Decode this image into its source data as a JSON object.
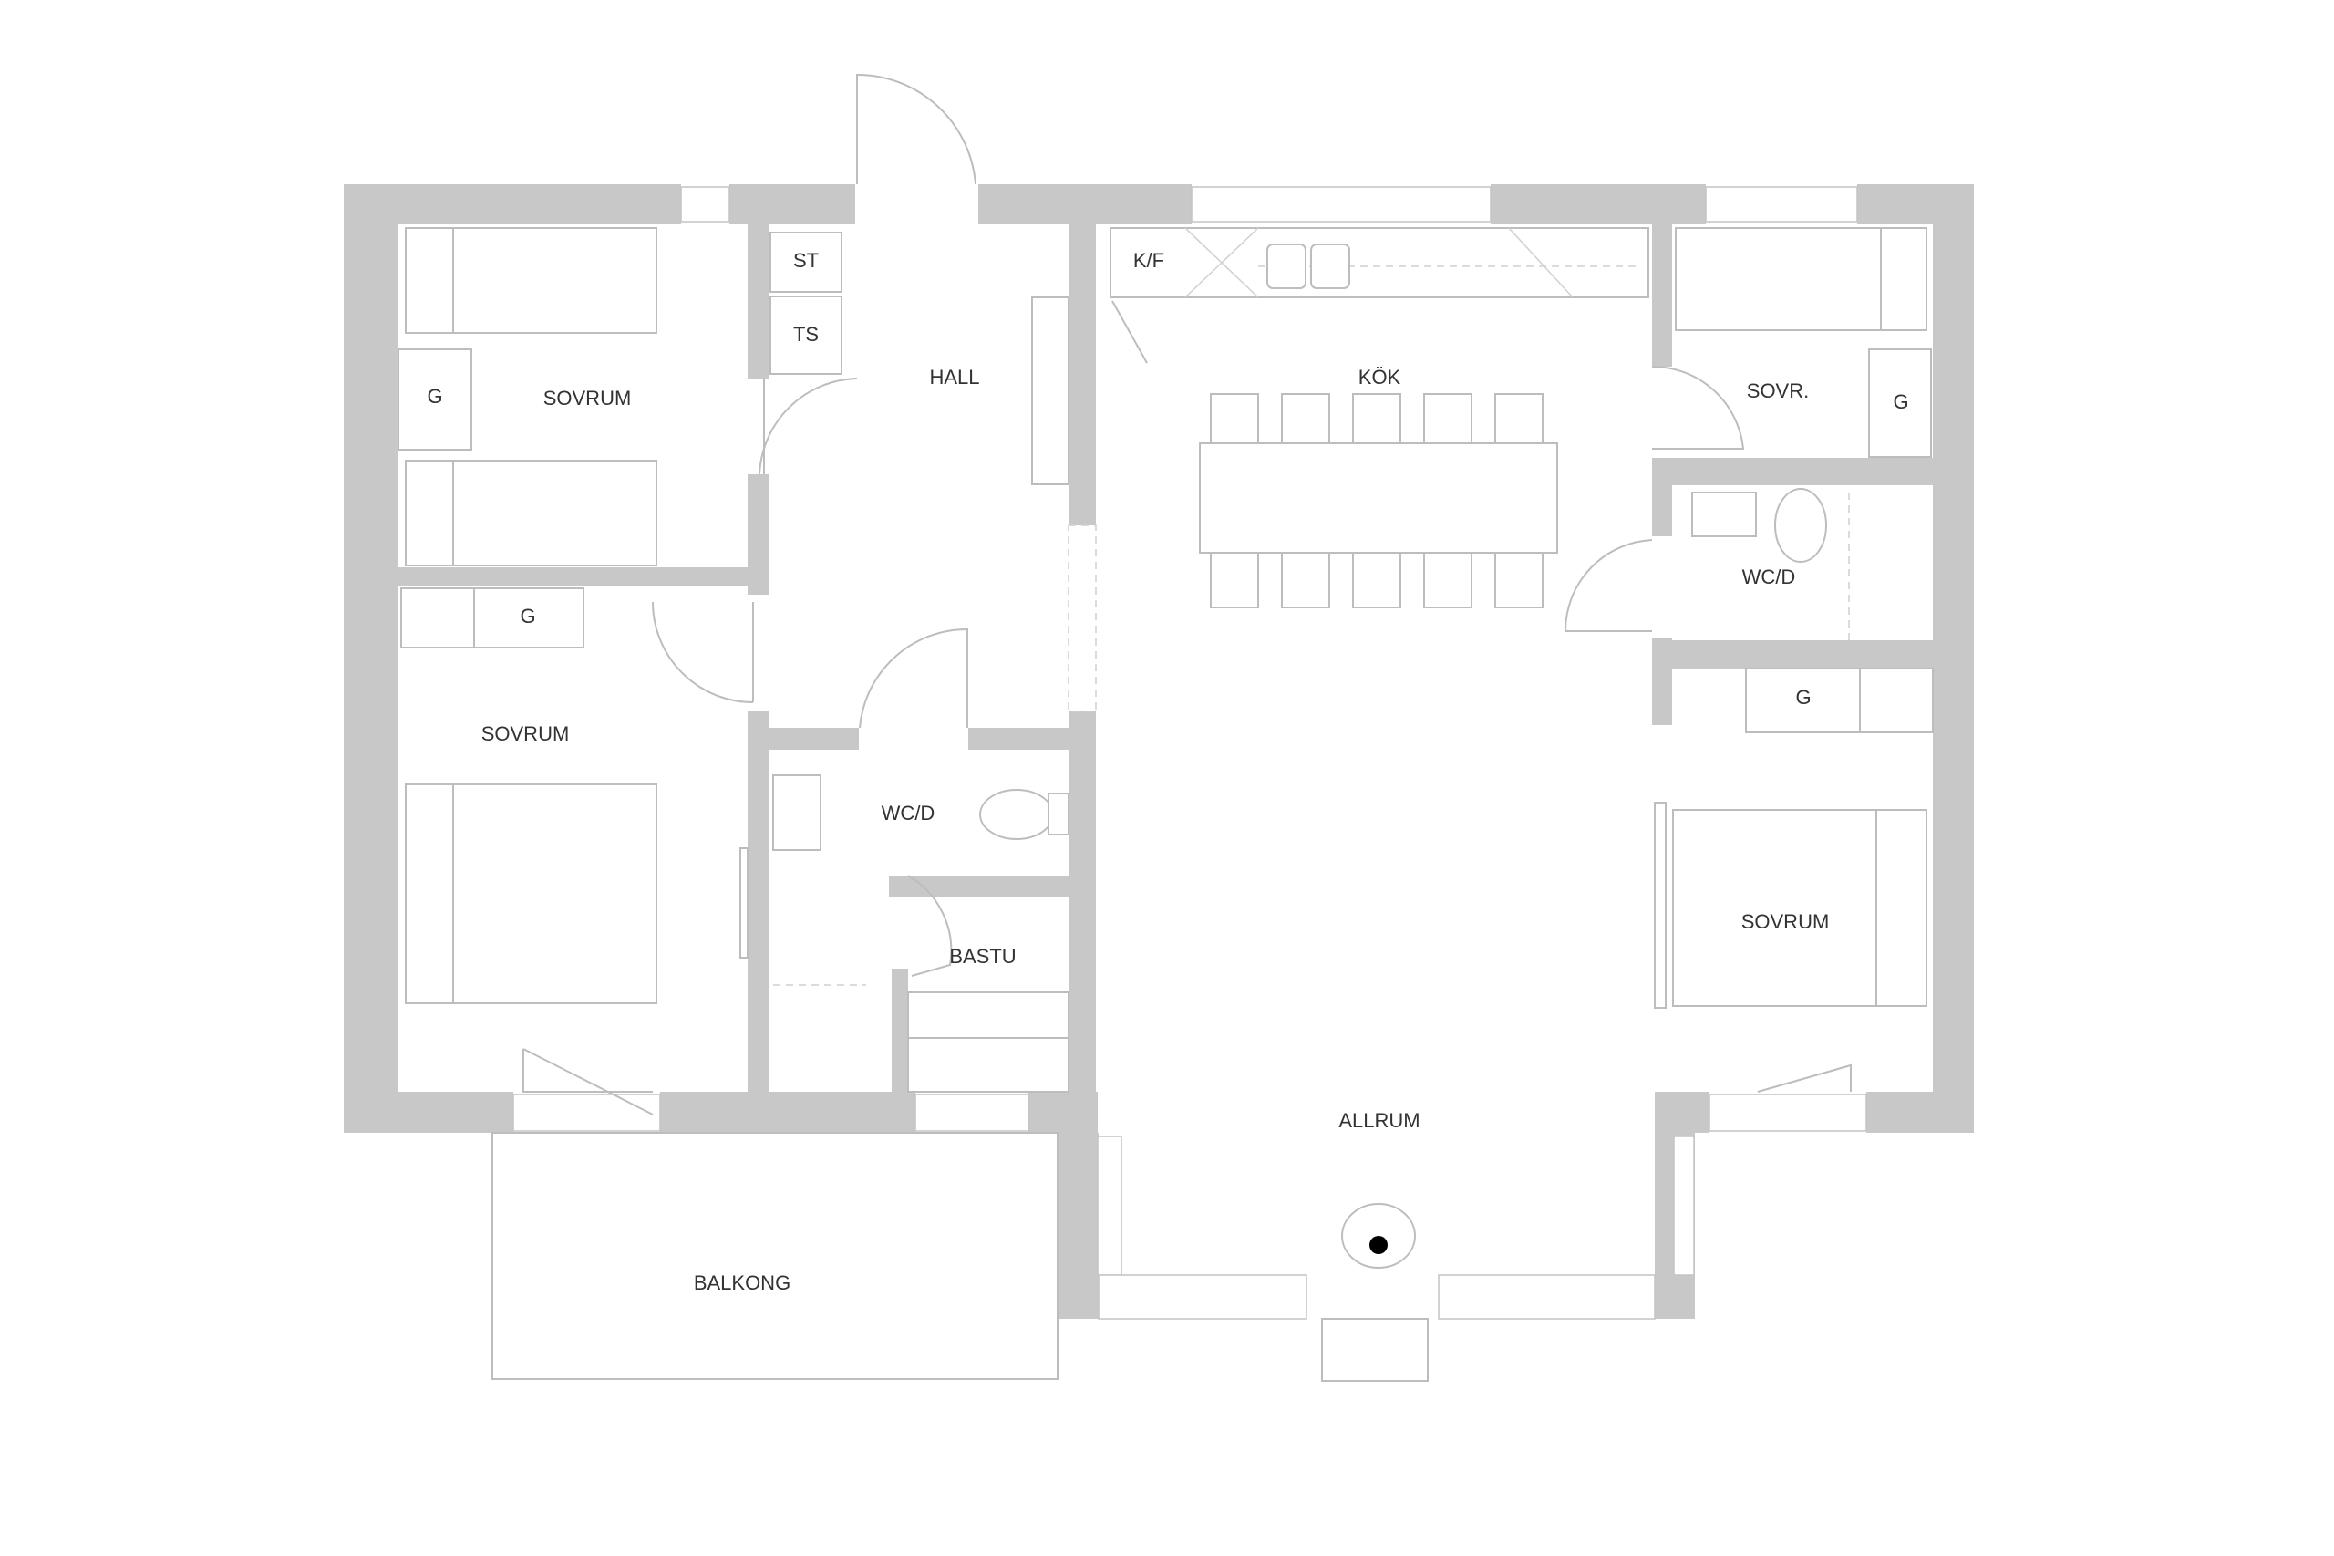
{
  "labels": {
    "st": "ST",
    "ts": "TS",
    "hall": "HALL",
    "kf": "K/F",
    "kok": "KÖK",
    "sovr_small": "SOVR.",
    "g_right_top": "G",
    "sovrum_top_left": "SOVRUM",
    "g_left_top": "G",
    "g_left_mid": "G",
    "wc_right": "WC/D",
    "sovrum_mid_left": "SOVRUM",
    "wc_center": "WC/D",
    "g_right_mid": "G",
    "bastu": "BASTU",
    "sovrum_right": "SOVRUM",
    "allrum": "ALLRUM",
    "balkong": "BALKONG"
  },
  "colors": {
    "wall": "#c8c8c8",
    "line": "#bdbdbd",
    "text": "#333333",
    "stove_dot": "#000000"
  }
}
